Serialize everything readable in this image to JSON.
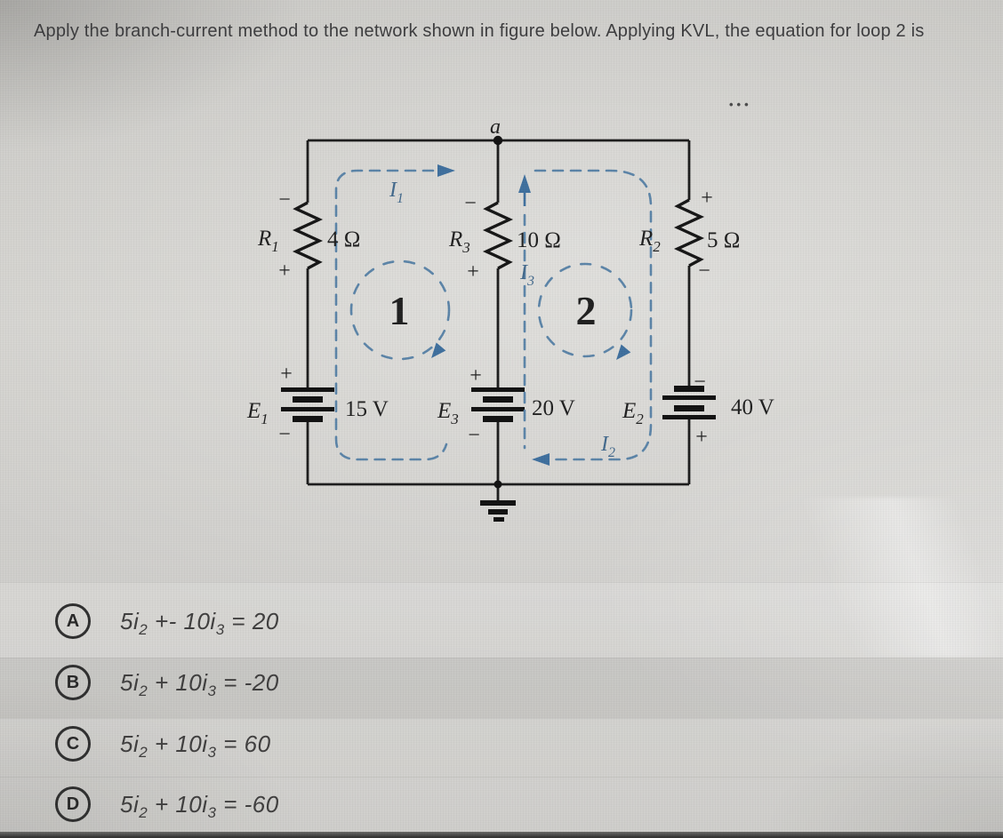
{
  "question": "Apply the branch-current method to the network shown in figure below. Applying KVL, the equation for loop 2 is",
  "menu": {
    "ellipsis_icon": "•••"
  },
  "circuit": {
    "node_a": "a",
    "loop1_label": "1",
    "loop2_label": "2",
    "r1": {
      "sym": "R",
      "sub": "1",
      "value": "4 Ω",
      "top_sign": "−",
      "bottom_sign": "+"
    },
    "r3": {
      "sym": "R",
      "sub": "3",
      "value": "10 Ω",
      "top_sign": "−",
      "bottom_sign": "+"
    },
    "r2": {
      "sym": "R",
      "sub": "2",
      "value": "5 Ω",
      "top_sign": "+",
      "bottom_sign": "−"
    },
    "e1": {
      "sym": "E",
      "sub": "1",
      "value": "15 V",
      "top_sign": "+",
      "bottom_sign": "−"
    },
    "e3": {
      "sym": "E",
      "sub": "3",
      "value": "20 V",
      "top_sign": "+",
      "bottom_sign": "−"
    },
    "e2": {
      "sym": "E",
      "sub": "2",
      "value": "40 V",
      "top_sign": "−",
      "bottom_sign": "+"
    },
    "i1": {
      "sym": "I",
      "sub": "1"
    },
    "i2": {
      "sym": "I",
      "sub": "2"
    },
    "i3": {
      "sym": "I",
      "sub": "3"
    }
  },
  "options": [
    {
      "letter": "A",
      "eq_p1": "5i",
      "eq_s1": "2",
      "eq_p2": " +- 10i",
      "eq_s2": "3",
      "eq_p3": " = 20"
    },
    {
      "letter": "B",
      "eq_p1": "5i",
      "eq_s1": "2",
      "eq_p2": " + 10i",
      "eq_s2": "3",
      "eq_p3": " = -20"
    },
    {
      "letter": "C",
      "eq_p1": "5i",
      "eq_s1": "2",
      "eq_p2": " + 10i",
      "eq_s2": "3",
      "eq_p3": " = 60"
    },
    {
      "letter": "D",
      "eq_p1": "5i",
      "eq_s1": "2",
      "eq_p2": " + 10i",
      "eq_s2": "3",
      "eq_p3": " = -60"
    }
  ]
}
